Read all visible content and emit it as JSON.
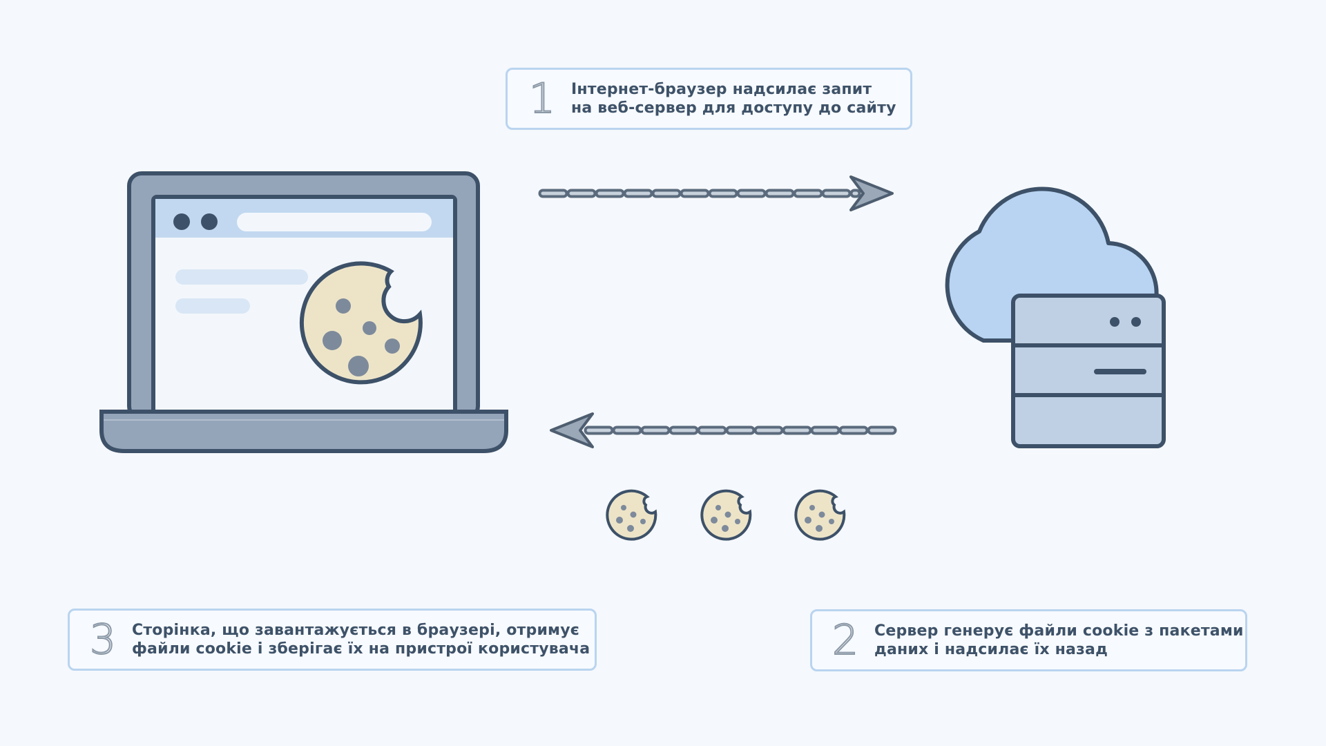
{
  "steps": [
    {
      "number": "1",
      "line1": "Інтернет-браузер надсилає запит",
      "line2": "на веб-сервер для доступу до сайту"
    },
    {
      "number": "2",
      "line1": "Сервер генерує файли cookie з пакетами",
      "line2": "даних і надсилає їх назад"
    },
    {
      "number": "3",
      "line1": "Сторінка, що завантажується в браузері, отримує",
      "line2": "файли cookie і зберігає їх на пристрої користувача"
    }
  ],
  "icons": {
    "laptop": "laptop-icon",
    "browser_cookie": "cookie-icon",
    "cloud": "cloud-icon",
    "server": "server-icon",
    "request_arrow": "arrow-right-icon",
    "response_arrow": "arrow-left-icon",
    "cookies": "cookie-icon"
  },
  "colors": {
    "background": "#f5f8fc",
    "outline": "#3d5168",
    "device_gray": "#95a5b9",
    "screen_bar": "#c2d8f0",
    "cloud_fill": "#b8d4f2",
    "cookie_fill": "#ede4c8",
    "cookie_chip": "#7d8a9b",
    "box_border": "#b9d4ef"
  },
  "small_cookie_count": 3
}
